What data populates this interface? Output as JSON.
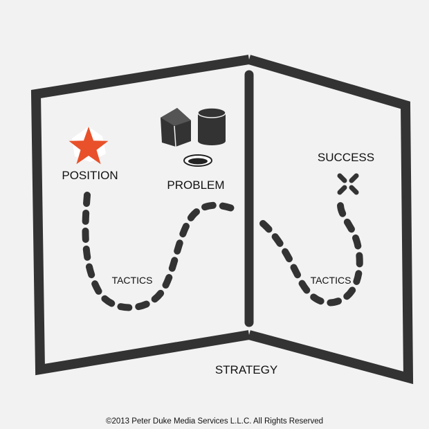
{
  "colors": {
    "background": "#f2f2f2",
    "ink": "#333333",
    "accent": "#e8512a"
  },
  "icons": {
    "position": "star-icon",
    "problem": "shapes-icon",
    "success": "x-mark-icon",
    "hole": "hole-icon"
  },
  "labels": {
    "position": "POSITION",
    "problem": "PROBLEM",
    "success": "SUCCESS",
    "tactics_left": "TACTICS",
    "tactics_right": "TACTICS",
    "strategy": "STRATEGY"
  },
  "copyright": "©2013 Peter Duke Media Services L.L.C. All Rights Reserved"
}
